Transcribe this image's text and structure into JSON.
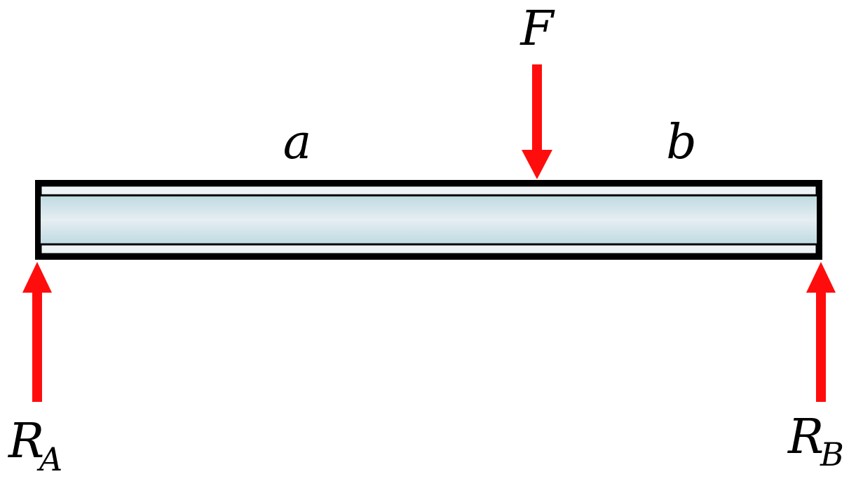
{
  "labels": {
    "force": "F",
    "segment_a": "a",
    "segment_b": "b",
    "reaction_a_main": "R",
    "reaction_a_sub": "A",
    "reaction_b_main": "R",
    "reaction_b_sub": "B"
  },
  "colors": {
    "arrow": "#ff0d0d",
    "beam_outline": "#000000",
    "beam_fill_light": "#e6eef2",
    "beam_fill_mid": "#a9d0d8"
  }
}
